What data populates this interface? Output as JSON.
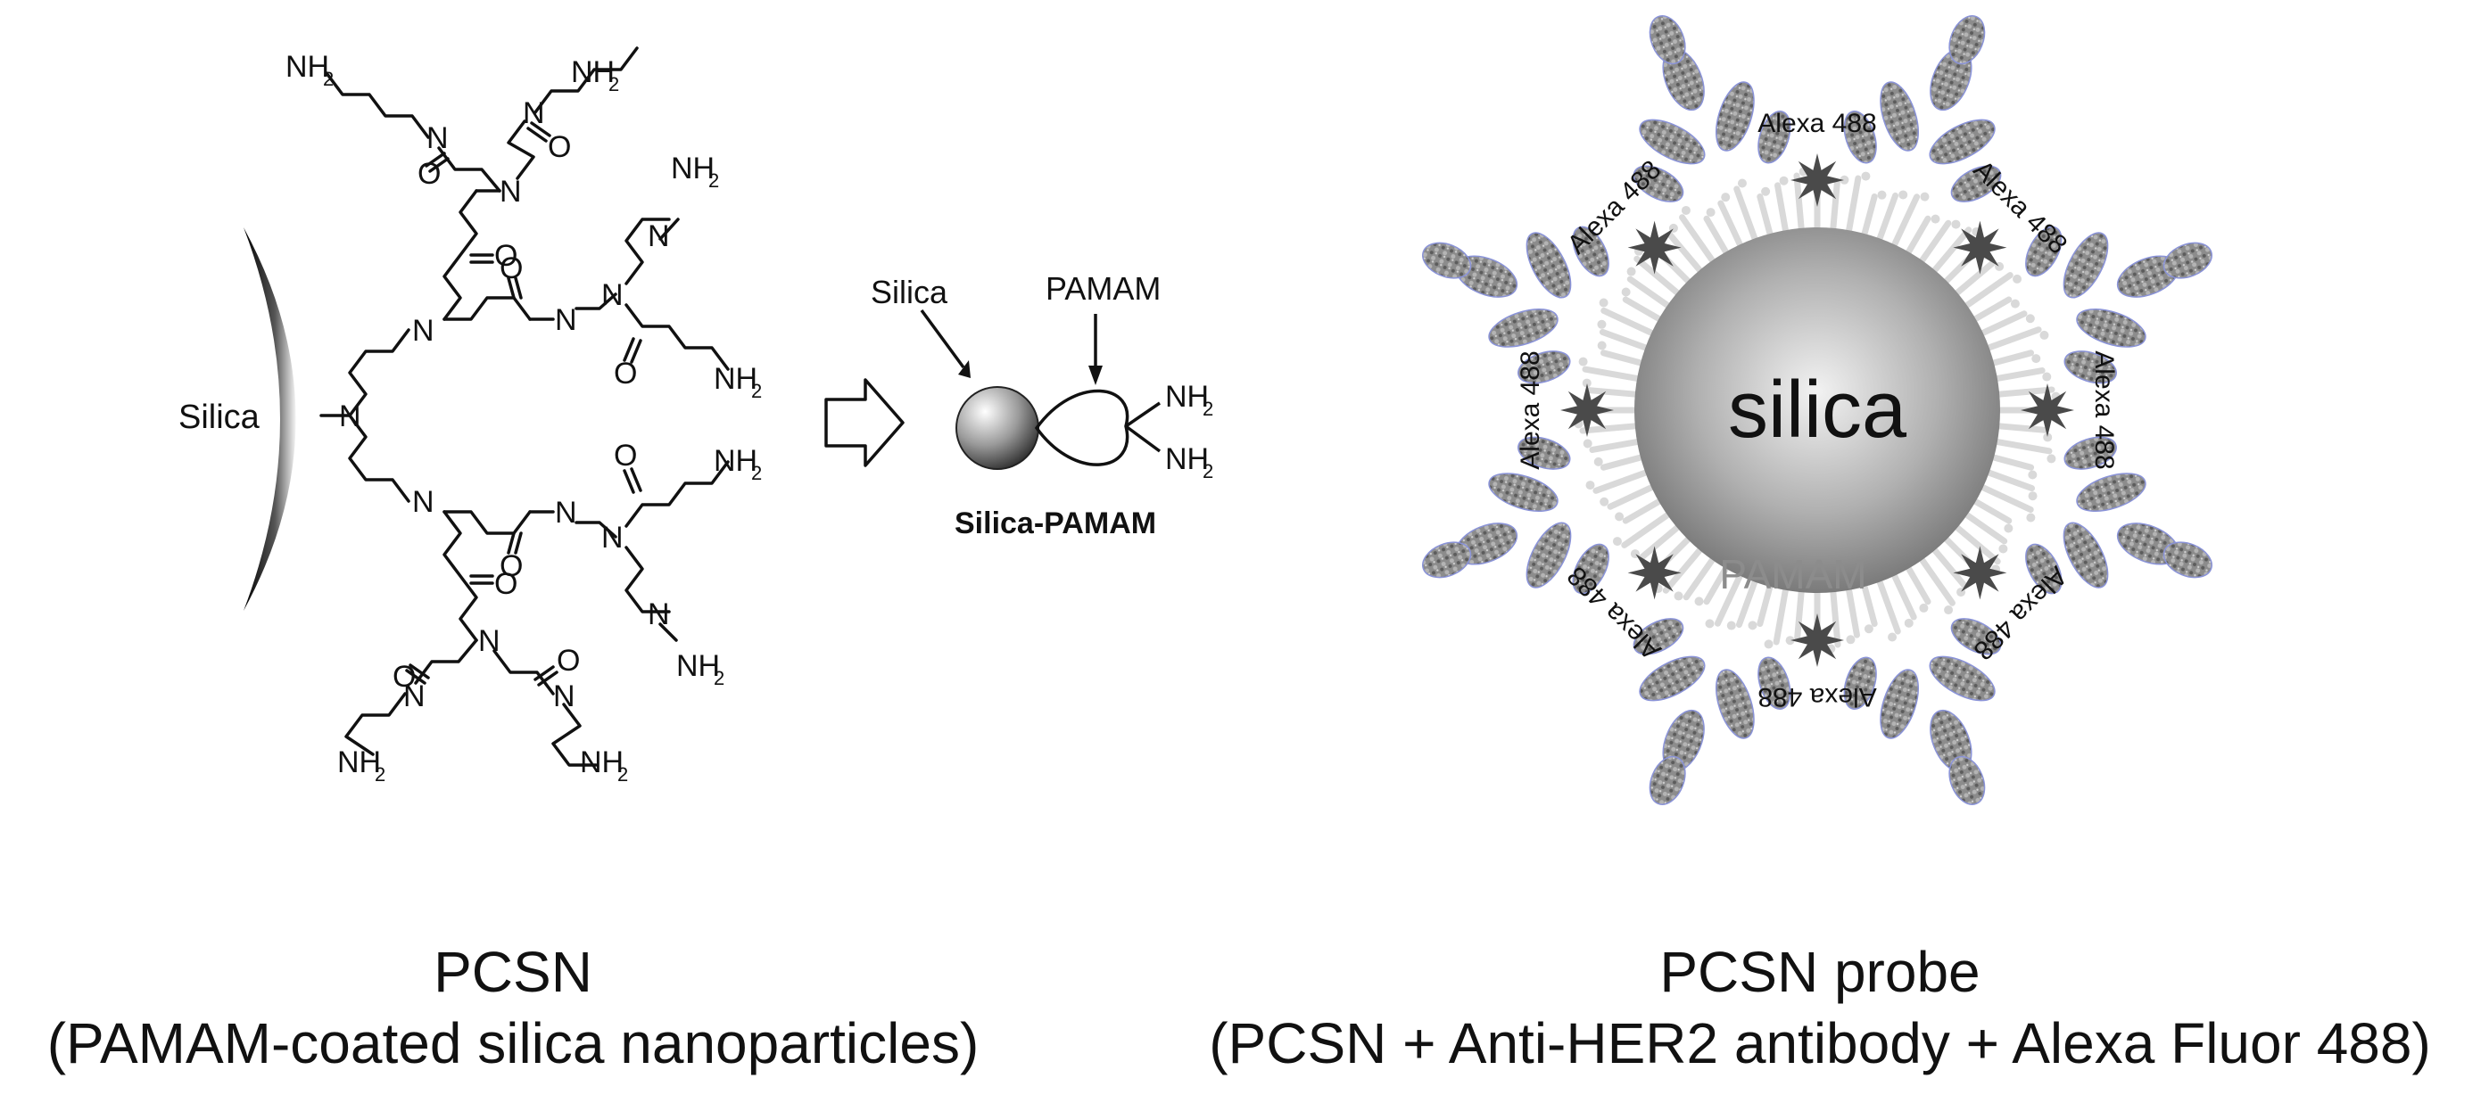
{
  "chem": {
    "silica_label": "Silica",
    "nh2": "NH",
    "sub2": "2",
    "n": "N",
    "o": "O"
  },
  "schematic": {
    "silica_label": "Silica",
    "pamam_label": "PAMAM",
    "name": "Silica-PAMAM",
    "nh2": "NH",
    "sub2": "2"
  },
  "probe": {
    "core_label": "silica",
    "shell_label": "PAMAM",
    "fluor_label": "Alexa 488"
  },
  "captions": {
    "left_title": "PCSN",
    "left_subtitle": "(PAMAM-coated silica nanoparticles)",
    "right_title": "PCSN probe",
    "right_subtitle": "(PCSN + Anti-HER2 antibody + Alexa Fluor 488)"
  },
  "colors": {
    "ink": "#111111",
    "antibody": "#8a8a8a",
    "antibody_dark": "#5e5e5e",
    "antibody_edge": "#8a93d8",
    "star": "#4a4a4a",
    "pamam_halo": "#d9d9d9",
    "pamam_text": "#8c8c8c"
  }
}
